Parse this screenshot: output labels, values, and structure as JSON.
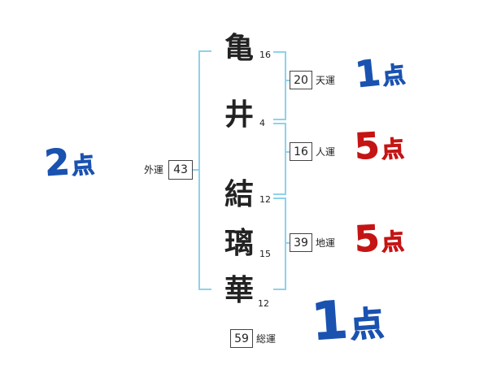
{
  "name": {
    "chars": [
      {
        "char": "亀",
        "strokes": "16"
      },
      {
        "char": "井",
        "strokes": "4"
      },
      {
        "char": "結",
        "strokes": "12"
      },
      {
        "char": "璃",
        "strokes": "15"
      },
      {
        "char": "華",
        "strokes": "12"
      }
    ]
  },
  "fortunes": {
    "gaiun": {
      "label": "外運",
      "value": "43",
      "score_value": "2",
      "score_unit": "点",
      "score_color": "blue"
    },
    "tenun": {
      "label": "天運",
      "value": "20",
      "score_value": "1",
      "score_unit": "点",
      "score_color": "blue"
    },
    "jinun": {
      "label": "人運",
      "value": "16",
      "score_value": "5",
      "score_unit": "点",
      "score_color": "red"
    },
    "chiun": {
      "label": "地運",
      "value": "39",
      "score_value": "5",
      "score_unit": "点",
      "score_color": "red"
    },
    "souun": {
      "label": "総運",
      "value": "59",
      "score_value": "1",
      "score_unit": "点",
      "score_color": "blue"
    }
  },
  "colors": {
    "blue": "#1a52b0",
    "red": "#c51414",
    "bracket": "#8ed2ec",
    "text": "#222222",
    "box_border": "#444444"
  }
}
